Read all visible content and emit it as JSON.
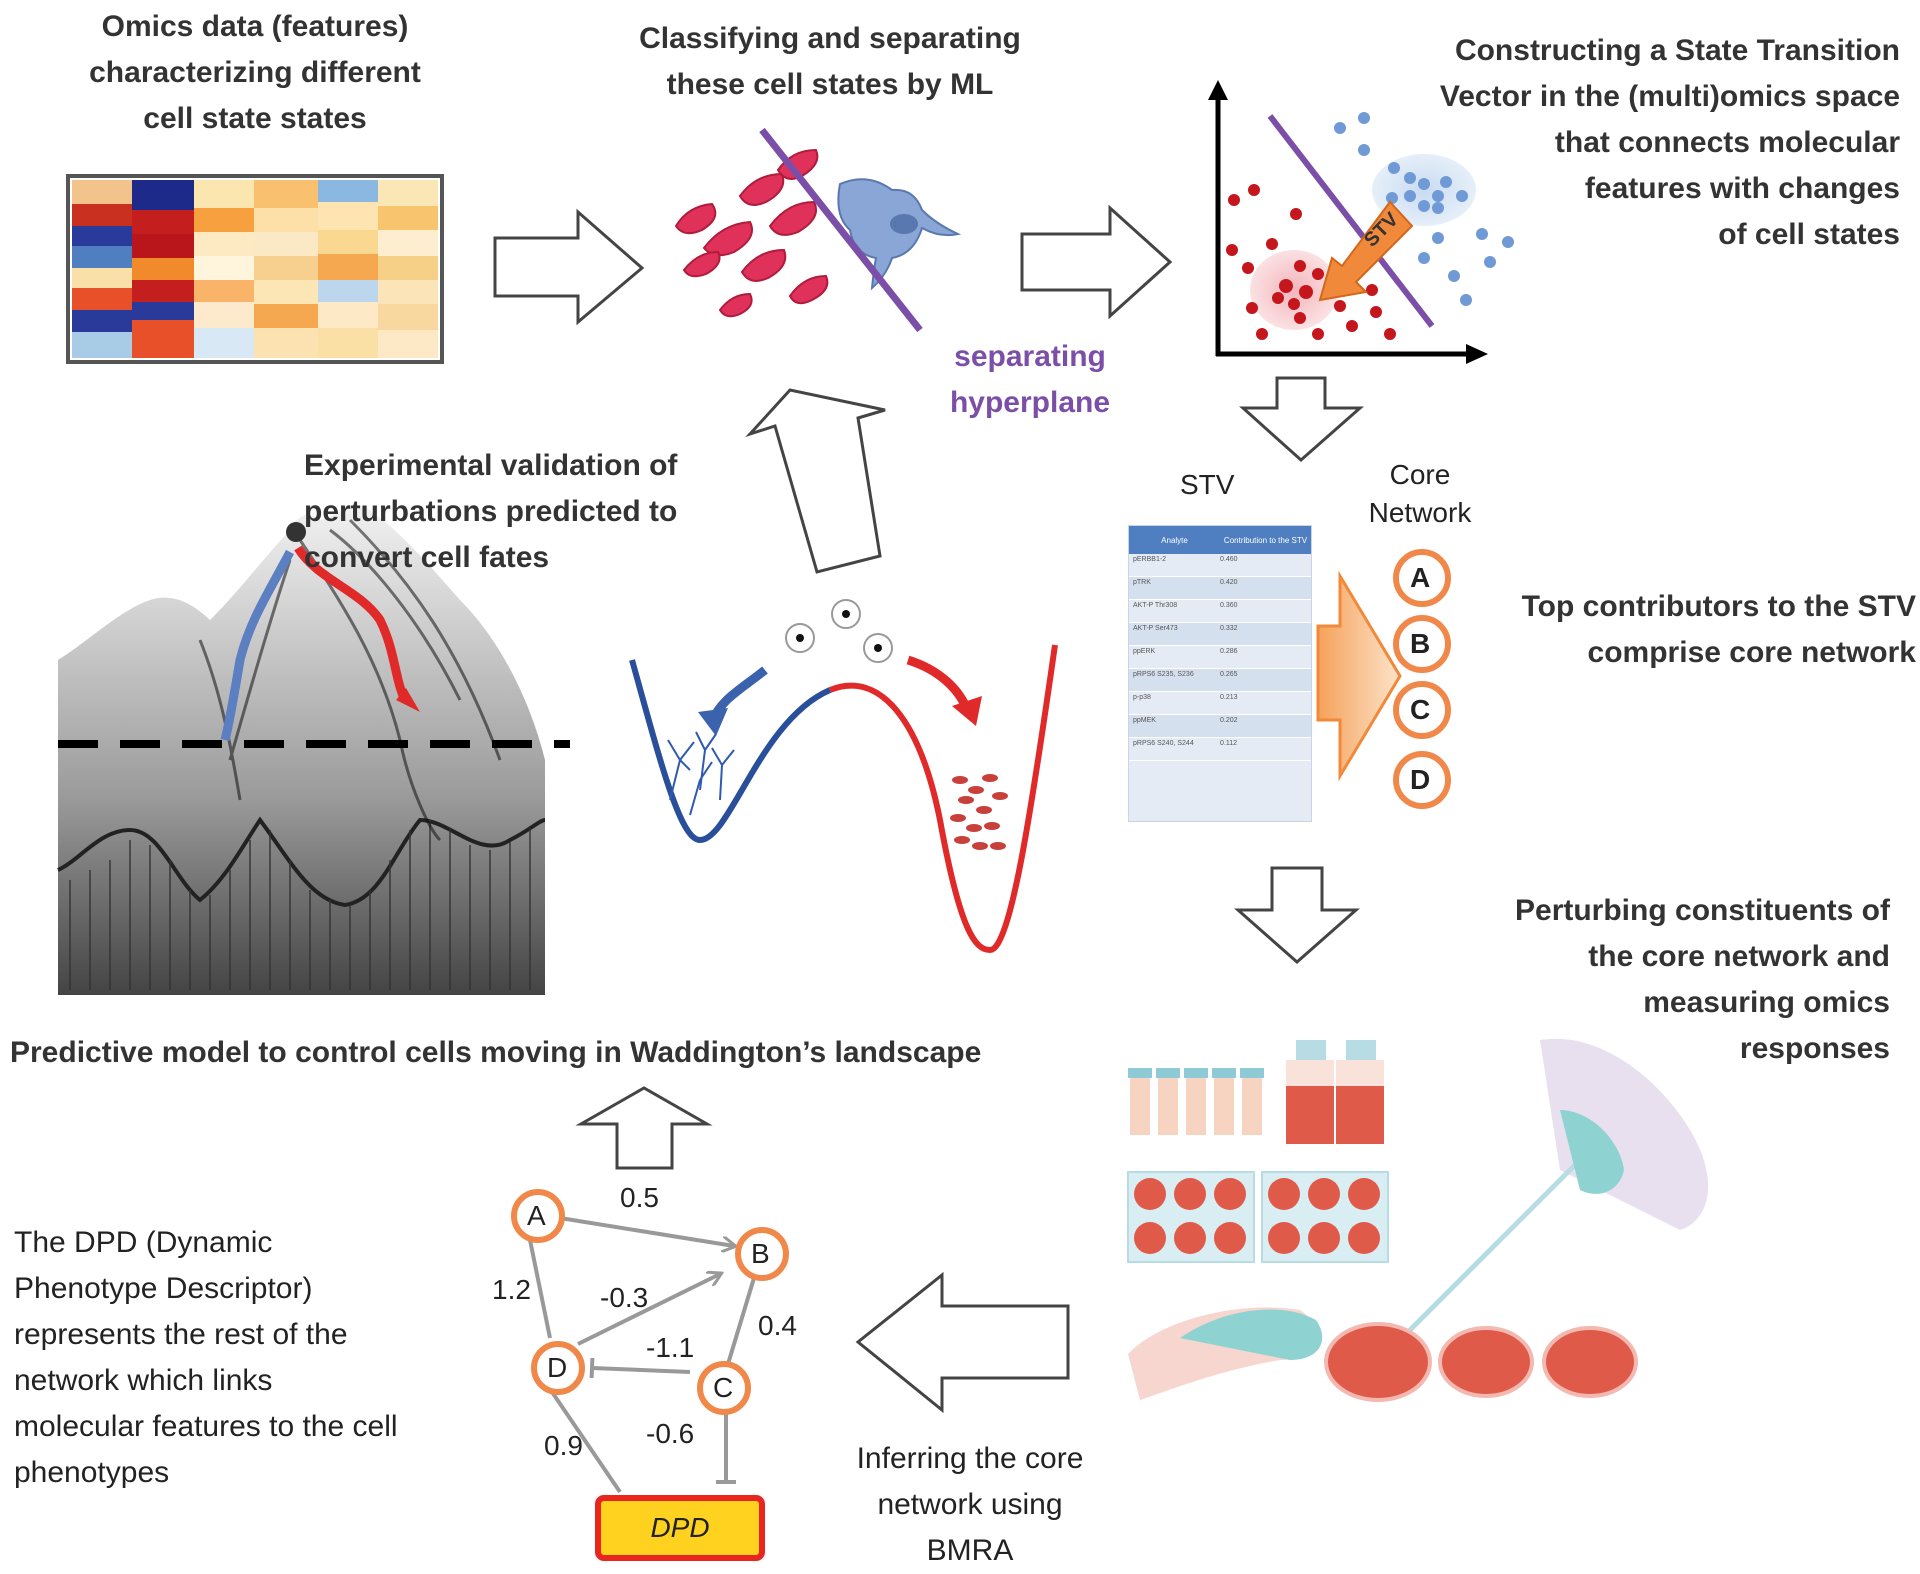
{
  "labels": {
    "omics_line1": "Omics data (features)",
    "omics_line2": "characterizing different",
    "omics_line3": "cell state states",
    "classify_line1": "Classifying and separating",
    "classify_line2": "these cell states by ML",
    "construct_line1": "Constructing a State Transition",
    "construct_line2": "Vector in the (multi)omics space",
    "construct_line3": "that connects molecular",
    "construct_line4": "features with changes",
    "construct_line5": "of cell states",
    "hyperplane_line1": "separating",
    "hyperplane_line2": "hyperplane",
    "stv_arrow": "STV",
    "stv_header": "STV",
    "core_line1": "Core",
    "core_line2": "Network",
    "top_line1": "Top contributors to the STV",
    "top_line2": "comprise core network",
    "validation_line1": "Experimental validation of",
    "validation_line2": "perturbations predicted to",
    "validation_line3": "convert cell fates",
    "perturb_line1": "Perturbing constituents of",
    "perturb_line2": "the core network and",
    "perturb_line3": "measuring omics",
    "perturb_line4": "responses",
    "predictive": "Predictive model to control cells moving in Waddington’s landscape",
    "dpd_line1": "The DPD (Dynamic",
    "dpd_line2": "Phenotype Descriptor)",
    "dpd_line3": "represents the rest of the",
    "dpd_line4": "network which links",
    "dpd_line5": "molecular features to the cell",
    "dpd_line6": "phenotypes",
    "infer_line1": "Inferring the core",
    "infer_line2": "network using",
    "infer_line3": "BMRA"
  },
  "core_nodes": [
    "A",
    "B",
    "C",
    "D"
  ],
  "network": {
    "nodes": {
      "a": "A",
      "b": "B",
      "c": "C",
      "d": "D",
      "dpd": "DPD"
    },
    "weights": {
      "ab": "0.5",
      "ad": "1.2",
      "db": "-0.3",
      "bc": "0.4",
      "cd": "-1.1",
      "cdpd": "-0.6",
      "ddpd": "0.9"
    }
  },
  "stv_table": {
    "headers": [
      "Analyte",
      "Contribution to the STV"
    ],
    "rows": [
      [
        "pERBB1-2",
        "0.460"
      ],
      [
        "pTRK",
        "0.420"
      ],
      [
        "AKT-P Thr308",
        "0.360"
      ],
      [
        "AKT-P Ser473",
        "0.332"
      ],
      [
        "ppERK",
        "0.286"
      ],
      [
        "pRPS6 S235, S236",
        "0.265"
      ],
      [
        "p-p38",
        "0.213"
      ],
      [
        "ppMEK",
        "0.202"
      ],
      [
        "pRPS6 S240, S244",
        "0.112"
      ]
    ]
  },
  "colors": {
    "node_outline": "#f0884a",
    "hyperplane": "#7b4fa8",
    "state_red": "#c4161c",
    "state_blue": "#6f9ad6",
    "stv_arrow": "#f08a3a",
    "dpd_fill": "#ffd21f",
    "dpd_border": "#e8251f"
  }
}
